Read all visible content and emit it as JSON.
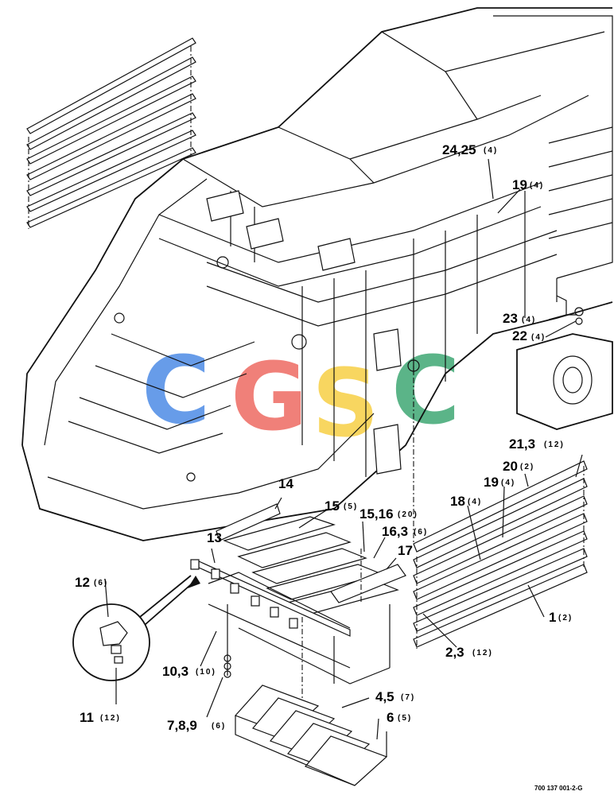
{
  "watermark": {
    "letters": [
      "C",
      "G",
      "S",
      "C"
    ],
    "colors": [
      "#4d8be6",
      "#ee6a62",
      "#f7cf45",
      "#3fa874"
    ]
  },
  "drawing_number": "700 137 001-2-G",
  "callouts": [
    {
      "id": "c24",
      "label": "24,25",
      "qty": "(4)"
    },
    {
      "id": "c19a",
      "label": "19",
      "qty": "(4)"
    },
    {
      "id": "c23",
      "label": "23",
      "qty": "(4)"
    },
    {
      "id": "c22",
      "label": "22",
      "qty": "(4)"
    },
    {
      "id": "c21",
      "label": "21,3",
      "qty": "(12)"
    },
    {
      "id": "c20",
      "label": "20",
      "qty": "(2)"
    },
    {
      "id": "c19b",
      "label": "19",
      "qty": "(4)"
    },
    {
      "id": "c18",
      "label": "18",
      "qty": "(4)"
    },
    {
      "id": "c14",
      "label": "14",
      "qty": ""
    },
    {
      "id": "c15",
      "label": "15",
      "qty": "(5)"
    },
    {
      "id": "c1516",
      "label": "15,16",
      "qty": "(20)"
    },
    {
      "id": "c163",
      "label": "16,3",
      "qty": "(6)"
    },
    {
      "id": "c17",
      "label": "17",
      "qty": ""
    },
    {
      "id": "c13",
      "label": "13",
      "qty": ""
    },
    {
      "id": "c12",
      "label": "12",
      "qty": "(6)"
    },
    {
      "id": "c1",
      "label": "1",
      "qty": "(2)"
    },
    {
      "id": "c23b",
      "label": "2,3",
      "qty": "(12)"
    },
    {
      "id": "c103",
      "label": "10,3",
      "qty": "(10)"
    },
    {
      "id": "c11",
      "label": "11",
      "qty": "(12)"
    },
    {
      "id": "c45",
      "label": "4,5",
      "qty": "(7)"
    },
    {
      "id": "c789",
      "label": "7,8,9",
      "qty": "(6)"
    },
    {
      "id": "c6",
      "label": "6",
      "qty": "(5)"
    }
  ]
}
